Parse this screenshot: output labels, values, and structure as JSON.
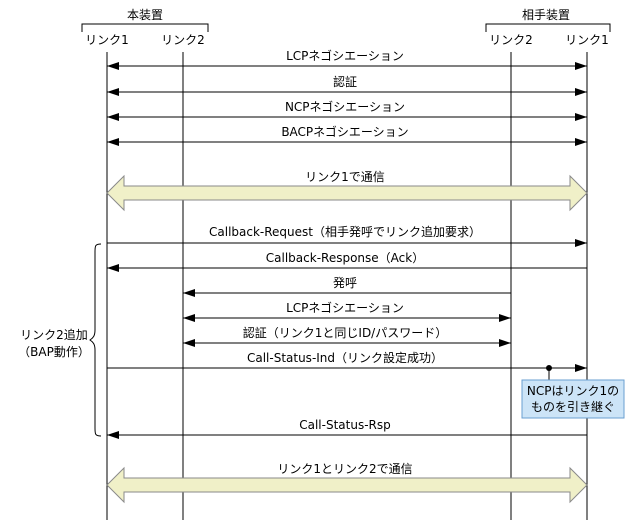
{
  "devices": {
    "local": {
      "name": "本装置",
      "links": [
        "リンク1",
        "リンク2"
      ]
    },
    "remote": {
      "name": "相手装置",
      "links": [
        "リンク2",
        "リンク1"
      ]
    }
  },
  "messages": [
    {
      "label": "LCPネゴシエーション",
      "from": "l1",
      "to": "r1",
      "dir": "both"
    },
    {
      "label": "認証",
      "from": "l1",
      "to": "r1",
      "dir": "both"
    },
    {
      "label": "NCPネゴシエーション",
      "from": "l1",
      "to": "r1",
      "dir": "both"
    },
    {
      "label": "BACPネゴシエーション",
      "from": "l1",
      "to": "r1",
      "dir": "both"
    },
    {
      "label": "リンク1で通信",
      "from": "l1",
      "to": "r1",
      "dir": "both",
      "style": "thick"
    },
    {
      "label": "Callback-Request（相手発呼でリンク追加要求）",
      "from": "l1",
      "to": "r1",
      "dir": "right"
    },
    {
      "label": "Callback-Response（Ack）",
      "from": "r1",
      "to": "l1",
      "dir": "left"
    },
    {
      "label": "発呼",
      "from": "r2",
      "to": "l2",
      "dir": "left"
    },
    {
      "label": "LCPネゴシエーション",
      "from": "l2",
      "to": "r2",
      "dir": "both"
    },
    {
      "label": "認証（リンク1と同じID/パスワード）",
      "from": "l2",
      "to": "r2",
      "dir": "both"
    },
    {
      "label": "Call-Status-Ind（リンク設定成功）",
      "from": "l1",
      "to": "r1",
      "dir": "right"
    },
    {
      "label": "Call-Status-Rsp",
      "from": "r1",
      "to": "l1",
      "dir": "left"
    },
    {
      "label": "リンク1とリンク2で通信",
      "from": "l1",
      "to": "r1",
      "dir": "both",
      "style": "thick"
    }
  ],
  "note": {
    "lines": [
      "NCPはリンク1の",
      "ものを引き継ぐ"
    ]
  },
  "phase": {
    "lines": [
      "リンク2追加",
      "（BAP動作）"
    ]
  },
  "colors": {
    "line": "#000000",
    "thick_fill": "#f0f0c8",
    "thick_stroke": "#8a8a8a",
    "note_fill": "#cce4f7",
    "note_stroke": "#6a9fd0"
  }
}
